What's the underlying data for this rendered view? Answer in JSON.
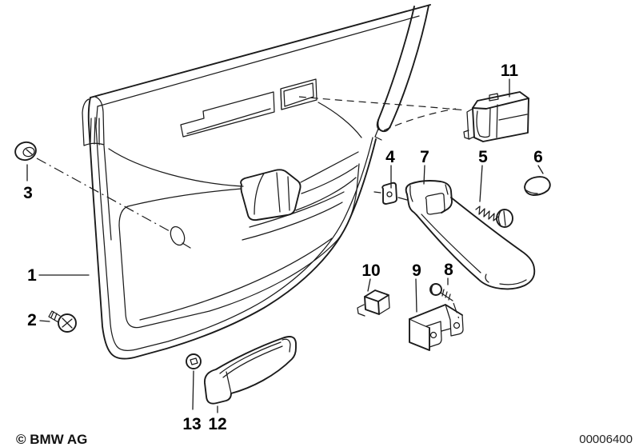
{
  "figure": {
    "type": "parts-diagram",
    "subject": "door trim panel exploded view",
    "copyright": "© BMW AG",
    "document_number": "00006400",
    "callouts": [
      {
        "number": "1"
      },
      {
        "number": "2"
      },
      {
        "number": "3"
      },
      {
        "number": "4"
      },
      {
        "number": "5"
      },
      {
        "number": "6"
      },
      {
        "number": "7"
      },
      {
        "number": "8"
      },
      {
        "number": "9"
      },
      {
        "number": "10"
      },
      {
        "number": "11"
      },
      {
        "number": "12"
      },
      {
        "number": "13"
      }
    ]
  },
  "colors": {
    "line": "#1b1b1b",
    "background": "#ffffff"
  }
}
